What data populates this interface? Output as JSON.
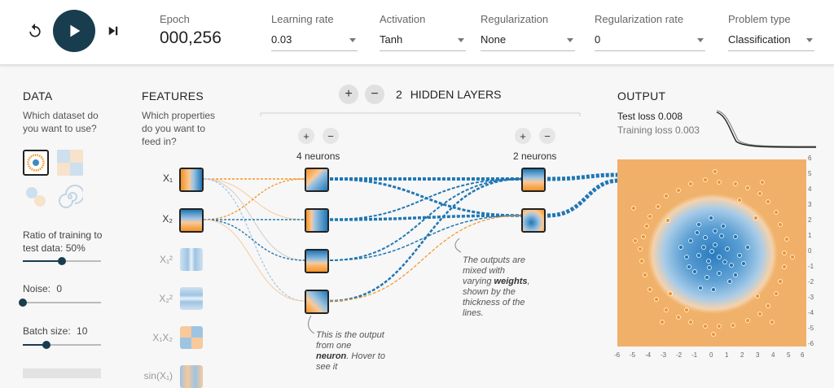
{
  "controls": {
    "reset_icon": "reset-icon",
    "play_icon": "play-icon",
    "step_icon": "step-forward-icon"
  },
  "header": {
    "epoch_label": "Epoch",
    "epoch_value": "000,256",
    "learning_rate_label": "Learning rate",
    "learning_rate_value": "0.03",
    "activation_label": "Activation",
    "activation_value": "Tanh",
    "regularization_label": "Regularization",
    "regularization_value": "None",
    "regularization_rate_label": "Regularization rate",
    "regularization_rate_value": "0",
    "problem_type_label": "Problem type",
    "problem_type_value": "Classification"
  },
  "data_panel": {
    "title": "DATA",
    "description": "Which dataset do you want to use?",
    "ratio_label": "Ratio of training to test data:",
    "ratio_value": "50%",
    "ratio_fraction": 0.5,
    "noise_label": "Noise:",
    "noise_value": "0",
    "noise_fraction": 0.0,
    "batch_label": "Batch size:",
    "batch_value": "10",
    "batch_fraction": 0.3
  },
  "features_panel": {
    "title": "FEATURES",
    "description": "Which properties do you want to feed in?",
    "labels": [
      "X₁",
      "X₂",
      "X₁²",
      "X₂²",
      "X₁X₂",
      "sin(X₁)"
    ]
  },
  "network": {
    "plus": "+",
    "minus": "−",
    "hidden_layers_count": "2",
    "hidden_layers_label": "HIDDEN LAYERS",
    "layer1_neurons": "4 neurons",
    "layer2_neurons": "2 neurons",
    "neuron_note": "This is the output from one neuron. Hover to see it",
    "neuron_note_prefix": "This is the output from one ",
    "neuron_note_bold": "neuron",
    "neuron_note_suffix": ". Hover to see it",
    "weights_note_prefix": "The outputs are mixed with varying ",
    "weights_note_bold": "weights",
    "weights_note_suffix": ", shown by the thickness of the lines."
  },
  "output_panel": {
    "title": "OUTPUT",
    "test_loss_label": "Test loss",
    "test_loss_value": "0.008",
    "training_loss_label": "Training loss",
    "training_loss_value": "0.003",
    "y_ticks": [
      "6",
      "5",
      "4",
      "3",
      "2",
      "1",
      "0",
      "-1",
      "-2",
      "-3",
      "-4",
      "-5",
      "-6"
    ],
    "x_ticks": [
      "-6",
      "-5",
      "-4",
      "-3",
      "-2",
      "-1",
      "0",
      "1",
      "2",
      "3",
      "4",
      "5",
      "6"
    ]
  },
  "colors": {
    "positive": "#1f77b4",
    "negative": "#f59322",
    "dark": "#183d4e"
  }
}
